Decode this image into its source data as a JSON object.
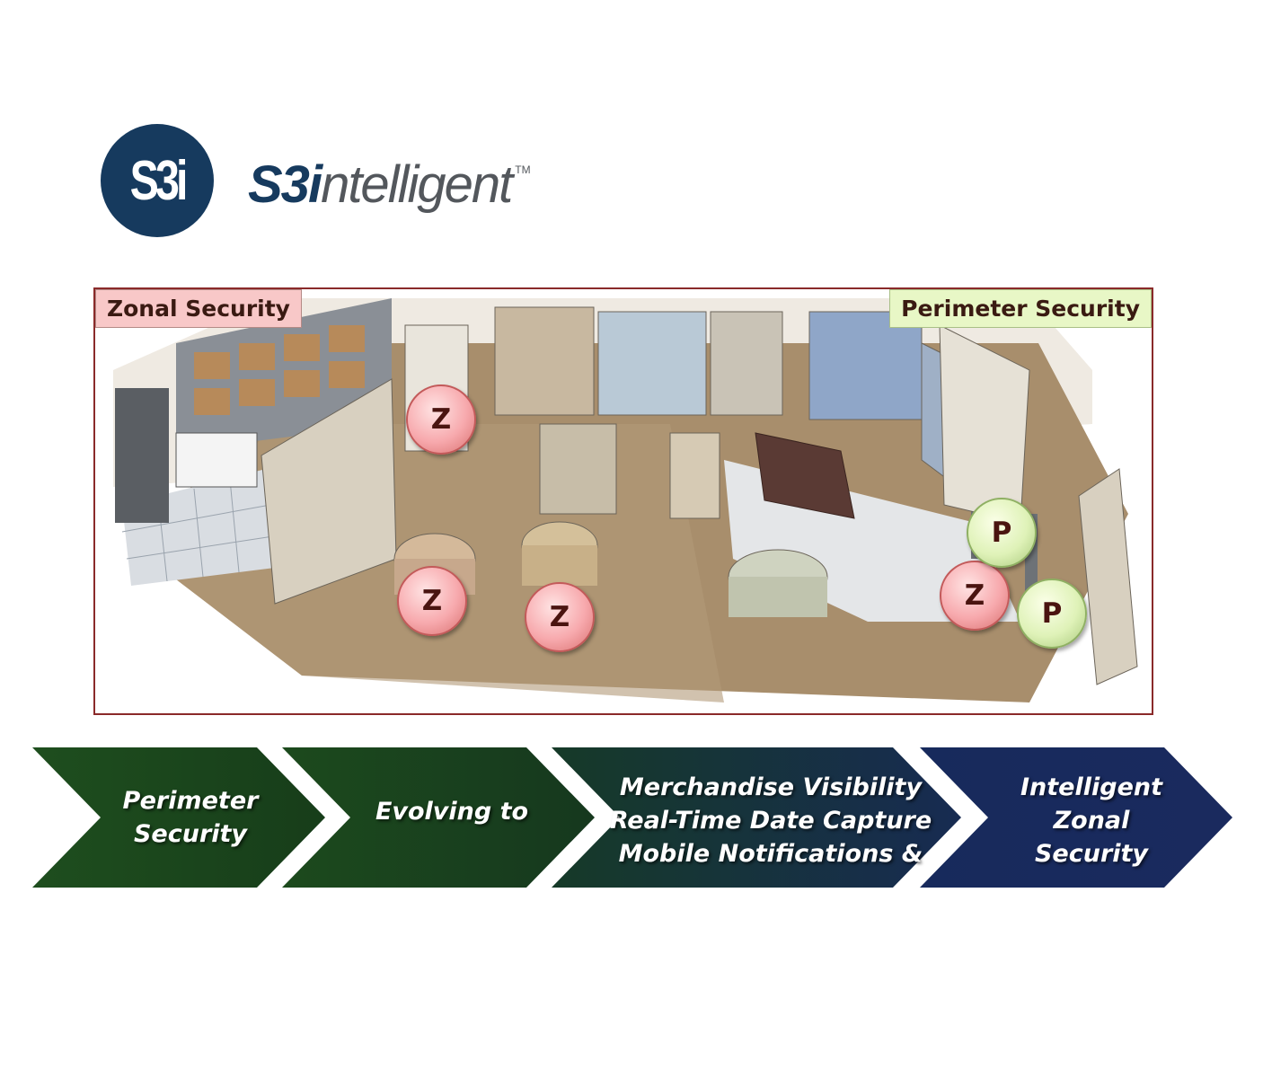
{
  "logo": {
    "mark_text": "S3i",
    "word_bold": "S3i",
    "word_light": "ntelligent",
    "trademark": "TM"
  },
  "floor_plan": {
    "zonal_label": "Zonal Security",
    "perimeter_label": "Perimeter Security",
    "markers": [
      "Z",
      "Z",
      "Z",
      "Z",
      "P",
      "P"
    ]
  },
  "steps": [
    {
      "lines": [
        "Perimeter",
        "Security"
      ],
      "color": "#1f4a1f"
    },
    {
      "lines": [
        "Evolving to"
      ],
      "color": "#1f4a1f"
    },
    {
      "lines": [
        "Merchandise Visibility",
        "Real-Time Date Capture",
        "Mobile Notifications &"
      ],
      "color": "#143a3a"
    },
    {
      "lines": [
        "Intelligent",
        "Zonal",
        "Security"
      ],
      "color": "#18285a"
    }
  ],
  "colors": {
    "logo_blue": "#163a5e",
    "frame_border": "#8a2a2a",
    "zonal_fill": "#f8c8c8",
    "perimeter_fill": "#e8f7c6",
    "arrow_green": "#1f4a1f",
    "arrow_navy": "#18285a"
  }
}
